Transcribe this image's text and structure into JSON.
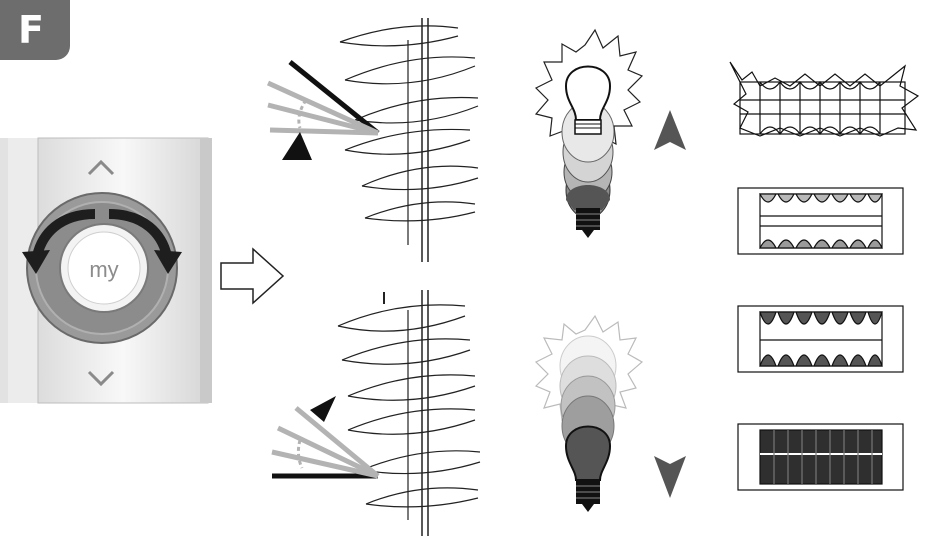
{
  "badge": {
    "letter": "F"
  },
  "remote": {
    "center_label": "my",
    "up_glyph": "^",
    "down_glyph": "v"
  },
  "colors": {
    "badge_bg": "#6d6d6d",
    "remote_body": "#f2f2f2",
    "ring_gray": "#8f8f8f",
    "arrow": "#222222",
    "slat_gray": "#b0b0b0",
    "dark_fill": "#555555"
  },
  "icons": {
    "arrow_right": "arrow-right-outline-icon",
    "arrow_up": "arrow-up-icon",
    "arrow_down": "arrow-down-icon",
    "lamp_bright": "bulb-bright-icon",
    "lamp_dim": "bulb-dim-icon"
  },
  "diagrams": {
    "tilt_open": "blind-tilt-open",
    "tilt_closed": "blind-tilt-closed",
    "window_states": [
      "open",
      "partially-open",
      "mostly-closed",
      "closed"
    ]
  }
}
